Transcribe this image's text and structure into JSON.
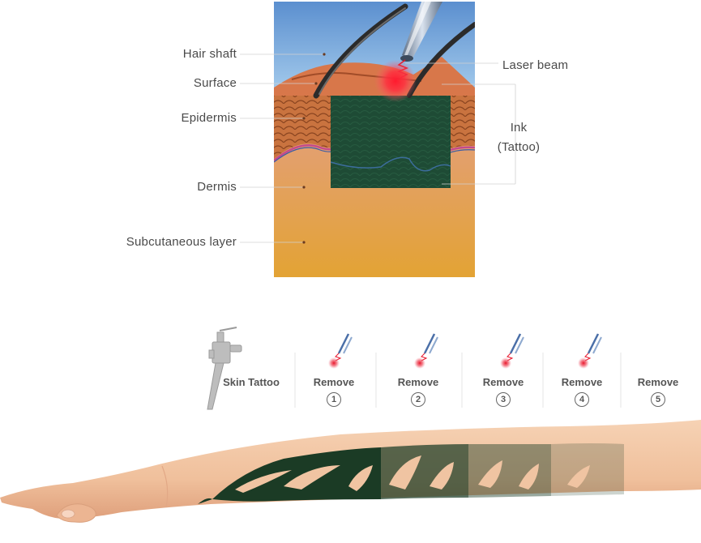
{
  "cross_section": {
    "labels": {
      "hair_shaft": "Hair shaft",
      "surface": "Surface",
      "epidermis": "Epidermis",
      "dermis": "Dermis",
      "subcutaneous": "Subcutaneous layer",
      "laser_beam": "Laser beam",
      "ink_line1": "Ink",
      "ink_line2": "(Tattoo)"
    },
    "colors": {
      "sky": "#6a9ed4",
      "surface_skin": "#d97a4e",
      "epidermis": "#c8703e",
      "dermis": "#e2a676",
      "subcutaneous": "#e8a73a",
      "ink": "#1e4a33",
      "laser": "#e8142a",
      "hair": "#2a2a2a"
    }
  },
  "process": {
    "start_label": "Skin Tattoo",
    "steps": [
      {
        "label": "Remove",
        "number": "1",
        "fade": 0.0
      },
      {
        "label": "Remove",
        "number": "2",
        "fade": 0.25
      },
      {
        "label": "Remove",
        "number": "3",
        "fade": 0.5
      },
      {
        "label": "Remove",
        "number": "4",
        "fade": 0.75
      },
      {
        "label": "Remove",
        "number": "5",
        "fade": 1.0
      }
    ]
  },
  "colors": {
    "skin": "#f2c4a2",
    "skin_shadow": "#e4a884",
    "tattoo": "#1b3b25",
    "divider": "#e6e6e6",
    "text": "#4a4a4a"
  }
}
